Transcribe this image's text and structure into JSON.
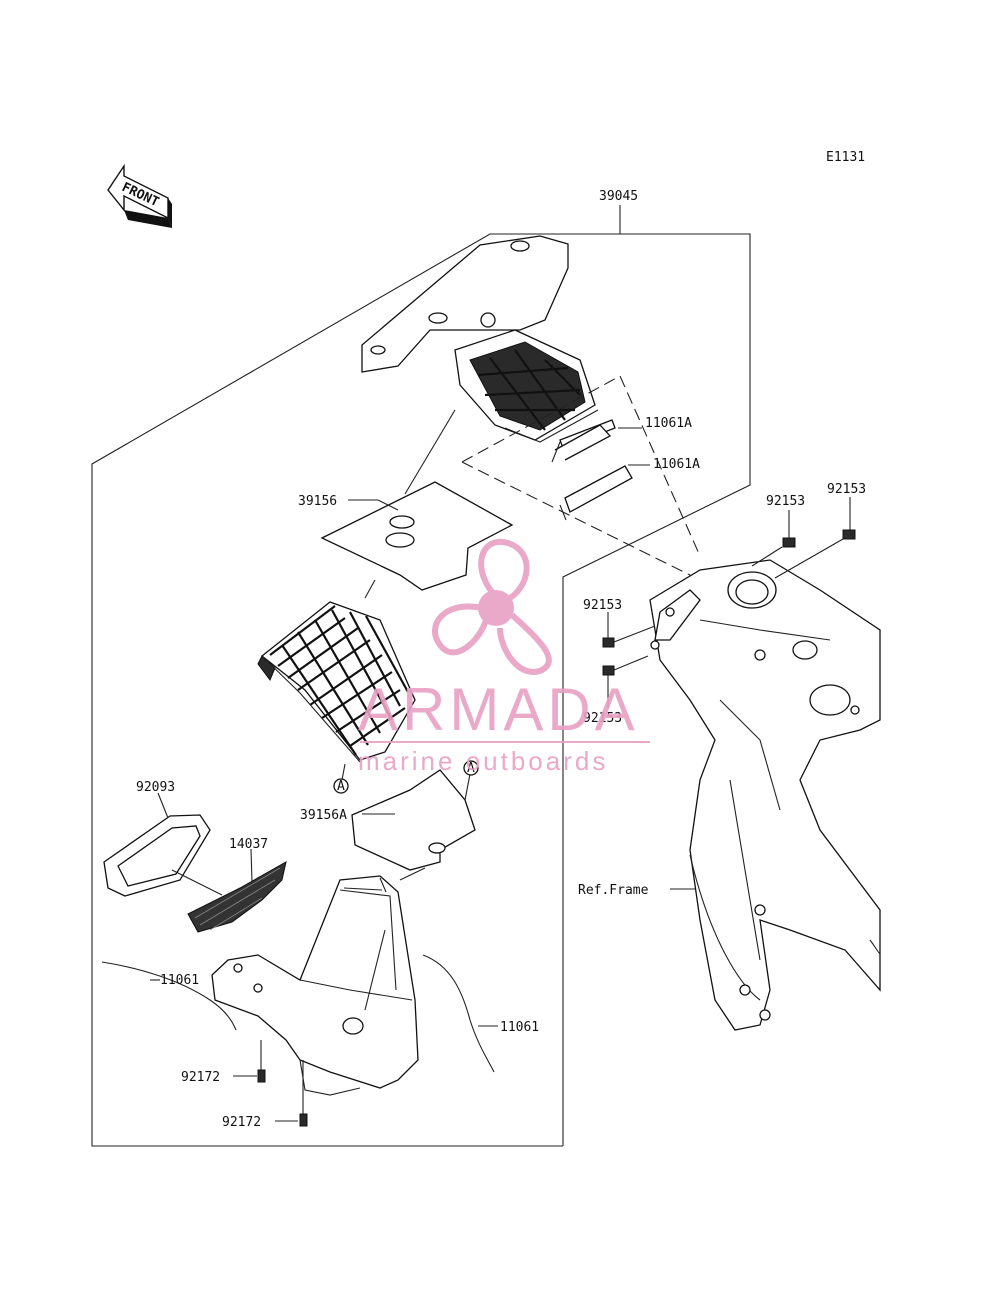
{
  "diagram_code": "E1131",
  "front_label": "FRONT",
  "callout_marker": "A",
  "reference_label": "Ref.Frame",
  "part_labels": {
    "assembly": "39045",
    "seal_a_upper": "11061A",
    "seal_a_lower": "11061A",
    "pad_upper": "39156",
    "pad_lower": "39156A",
    "cover": "92093",
    "screen": "14037",
    "seal_left": "11061",
    "seal_right": "11061",
    "bolt_top_left": "92153",
    "bolt_top_right": "92153",
    "bolt_mid_upper": "92153",
    "bolt_mid_lower": "92153",
    "screw_upper": "92172",
    "screw_lower": "92172"
  },
  "watermark": {
    "brand": "ARMADA",
    "tagline": "marine outboards",
    "color": "#e8a0c4"
  }
}
